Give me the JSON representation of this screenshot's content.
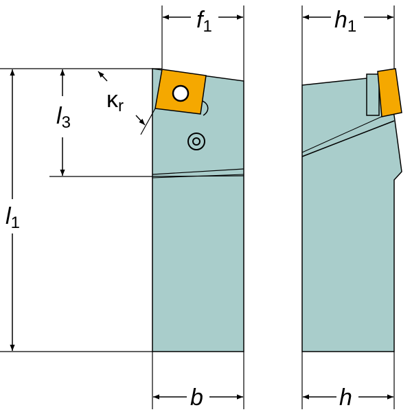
{
  "labels": {
    "f": "f",
    "f_sub": "1",
    "h_top": "h",
    "h_top_sub": "1",
    "l1": "l",
    "l1_sub": "1",
    "l3": "l",
    "l3_sub": "3",
    "kappa": "κ",
    "kappa_sub": "r",
    "b": "b",
    "h": "h"
  },
  "colors": {
    "body": "#a9cdcb",
    "outline": "#000000",
    "insert": "#f5a800",
    "background": "#ffffff"
  }
}
